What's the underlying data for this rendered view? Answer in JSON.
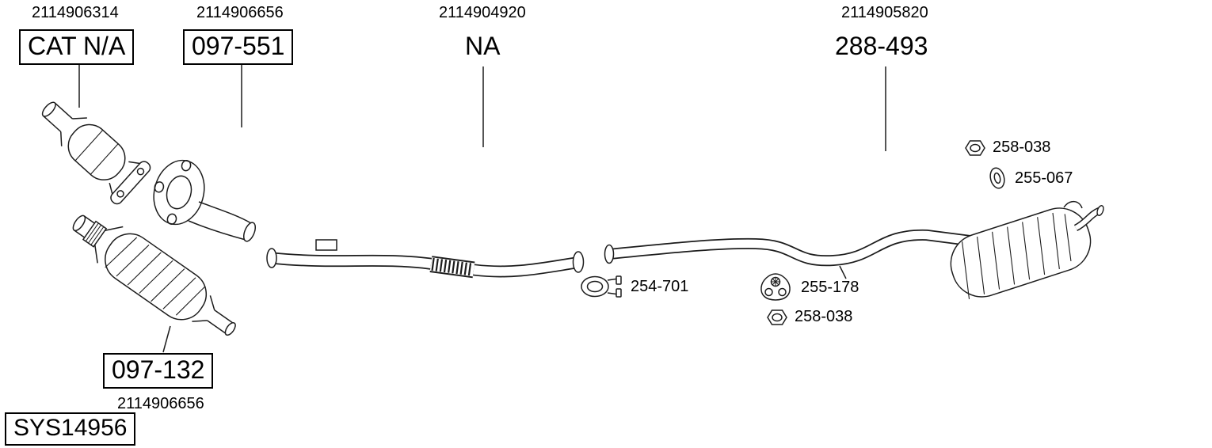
{
  "page": {
    "background": "#ffffff",
    "line_color": "#1c1c1c"
  },
  "callouts": {
    "top": [
      {
        "ref": "2114906314",
        "label": "CAT N/A",
        "boxed": true
      },
      {
        "ref": "2114906656",
        "label": "097-551",
        "boxed": true
      },
      {
        "ref": "2114904920",
        "label": "NA",
        "boxed": false
      },
      {
        "ref": "2114905820",
        "label": "288-493",
        "boxed": false
      }
    ],
    "inline": [
      {
        "label": "258-038",
        "icon": "nut-icon"
      },
      {
        "label": "255-067",
        "icon": "grommet-ring-icon"
      },
      {
        "label": "254-701",
        "icon": "pipe-clamp-icon"
      },
      {
        "label": "255-178",
        "icon": "rubber-hanger-icon"
      },
      {
        "label": "258-038",
        "icon": "nut-icon"
      }
    ],
    "bottom": {
      "label": "097-132",
      "ref": "2114906656"
    },
    "system_code": "SYS14956"
  }
}
